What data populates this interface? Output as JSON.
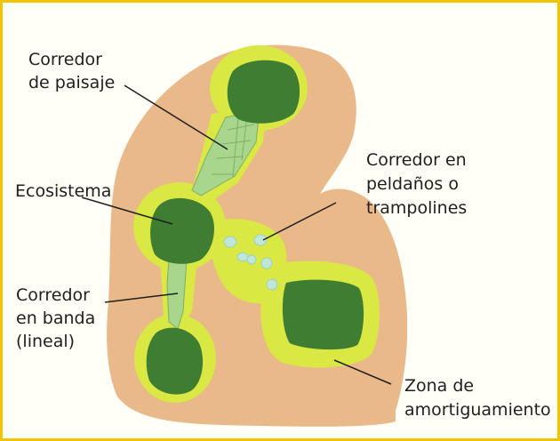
{
  "labels": {
    "corredor_paisaje": [
      "Corredor",
      "de paisaje"
    ],
    "ecosistema": [
      "Ecosistema"
    ],
    "corredor_peldanos": [
      "Corredor en",
      "peldaños o",
      "trampolines"
    ],
    "corredor_banda": [
      "Corredor",
      "en banda",
      "(lineal)"
    ],
    "zona_amortiguamiento": [
      "Zona de",
      "amortiguamiento"
    ]
  },
  "colors": {
    "frame_border": "#f0c400",
    "landscape": "#e9b98a",
    "buffer_zone": "#d9e842",
    "ecosystem": "#3f7d33",
    "corridor": "#a8d68c",
    "stepping_stone": "#bfe6d8",
    "leader_line": "#1f1f1f"
  }
}
